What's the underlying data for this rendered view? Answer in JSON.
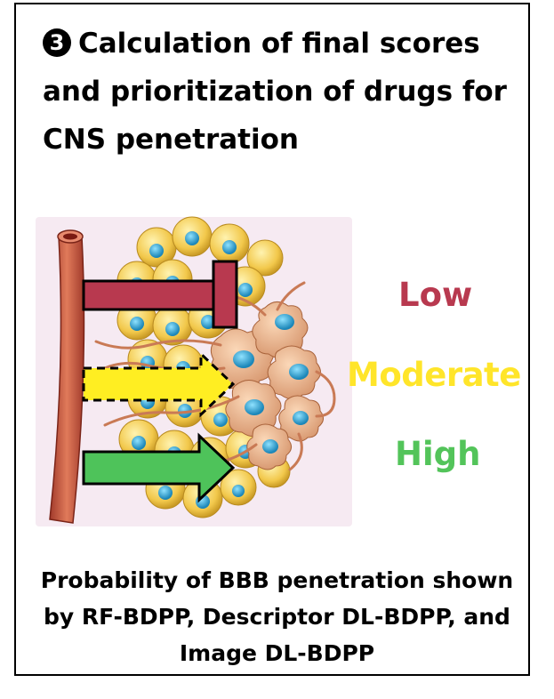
{
  "title": {
    "step_number": "3",
    "text": "Calculation of final scores and prioritization of drugs for CNS penetration"
  },
  "illustration": {
    "icon": "blood-brain-barrier-illustration",
    "arrows": [
      {
        "icon": "blocked-arrow-icon",
        "color": "#b8394f"
      },
      {
        "icon": "dashed-arrow-icon",
        "color": "#ffee22"
      },
      {
        "icon": "green-arrow-icon",
        "color": "#4ec35a"
      }
    ]
  },
  "levels": {
    "low": {
      "text": "Low",
      "color": "#b8394f"
    },
    "moderate": {
      "text": "Moderate",
      "color": "#ffe52a"
    },
    "high": {
      "text": "High",
      "color": "#53c45a"
    }
  },
  "caption": "Probability of BBB penetration shown by RF-BDPP, Descriptor DL-BDPP, and Image DL-BDPP"
}
